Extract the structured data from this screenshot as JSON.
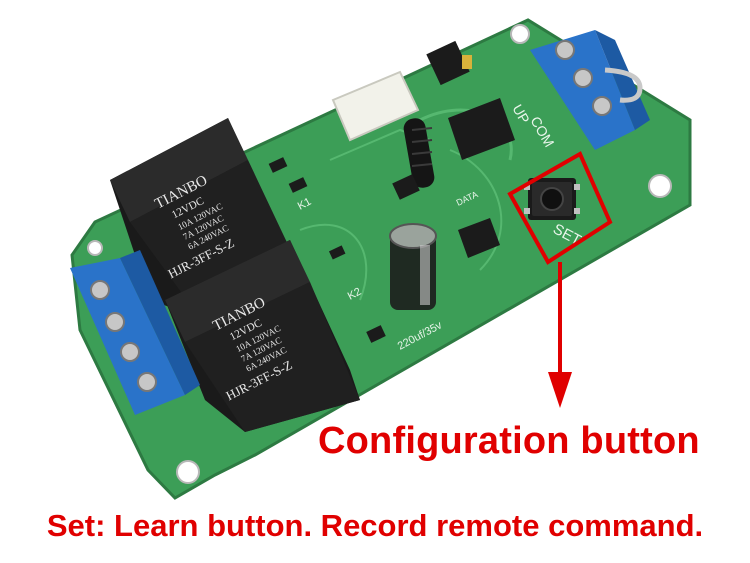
{
  "annotation": {
    "callout_label": "Configuration button",
    "caption": "Set: Learn button. Record remote command.",
    "highlight_color": "#e00000"
  },
  "board": {
    "pcb_color": "#3fa35a",
    "terminal_color": "#2a73c9",
    "silkscreen": {
      "set": "SET",
      "up": "UP",
      "com": "COM",
      "capacitor": "220uf/35v",
      "k1": "K1",
      "k2": "K2",
      "data": "DATA"
    },
    "relays": [
      {
        "brand": "TIANBO",
        "rating": "12VDC",
        "spec1": "10A 120VAC",
        "spec2": "7A 120VAC",
        "spec3": "6A 240VAC",
        "model": "HJR-3FF-S-Z"
      },
      {
        "brand": "TIANBO",
        "rating": "12VDC",
        "spec1": "10A 120VAC",
        "spec2": "7A 120VAC",
        "spec3": "6A 240VAC",
        "model": "HJR-3FF-S-Z"
      }
    ]
  },
  "icons": [
    "relay-module-image",
    "tactile-button-icon",
    "arrow-down-icon",
    "terminal-block-icon"
  ]
}
